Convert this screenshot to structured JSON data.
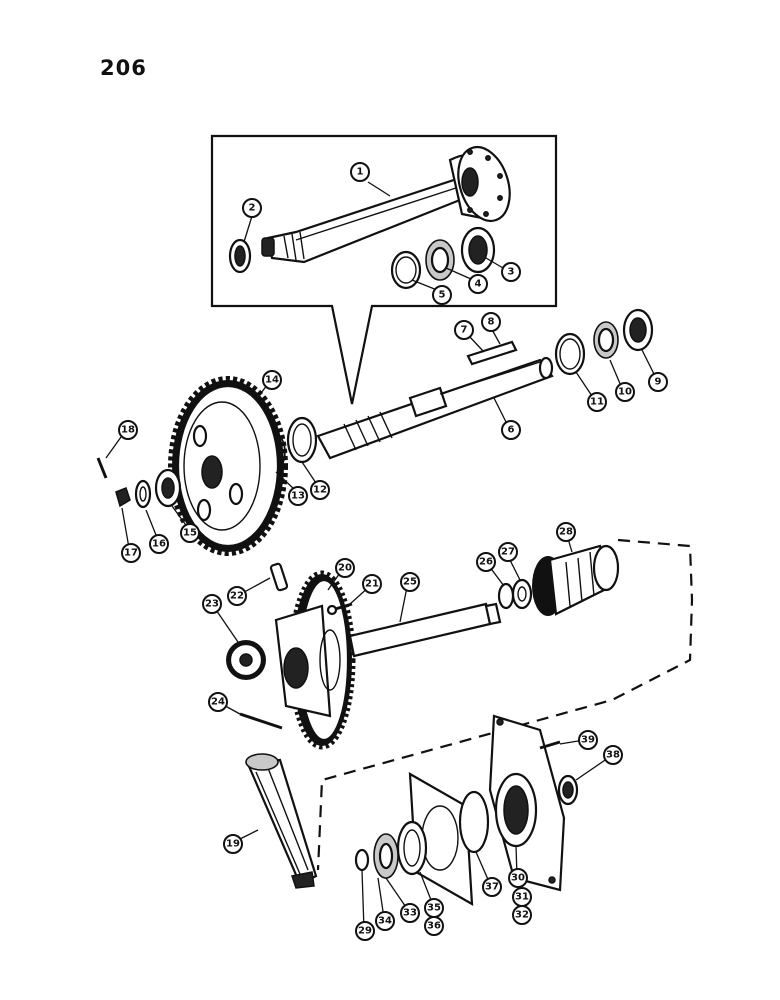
{
  "page_number": "206",
  "callouts": [
    "1",
    "2",
    "3",
    "4",
    "5",
    "6",
    "7",
    "8",
    "9",
    "10",
    "11",
    "12",
    "13",
    "14",
    "15",
    "16",
    "17",
    "18",
    "19",
    "20",
    "21",
    "22",
    "23",
    "24",
    "25",
    "26",
    "27",
    "28",
    "29",
    "30",
    "31",
    "32",
    "33",
    "34",
    "35",
    "36",
    "37",
    "38",
    "39"
  ]
}
